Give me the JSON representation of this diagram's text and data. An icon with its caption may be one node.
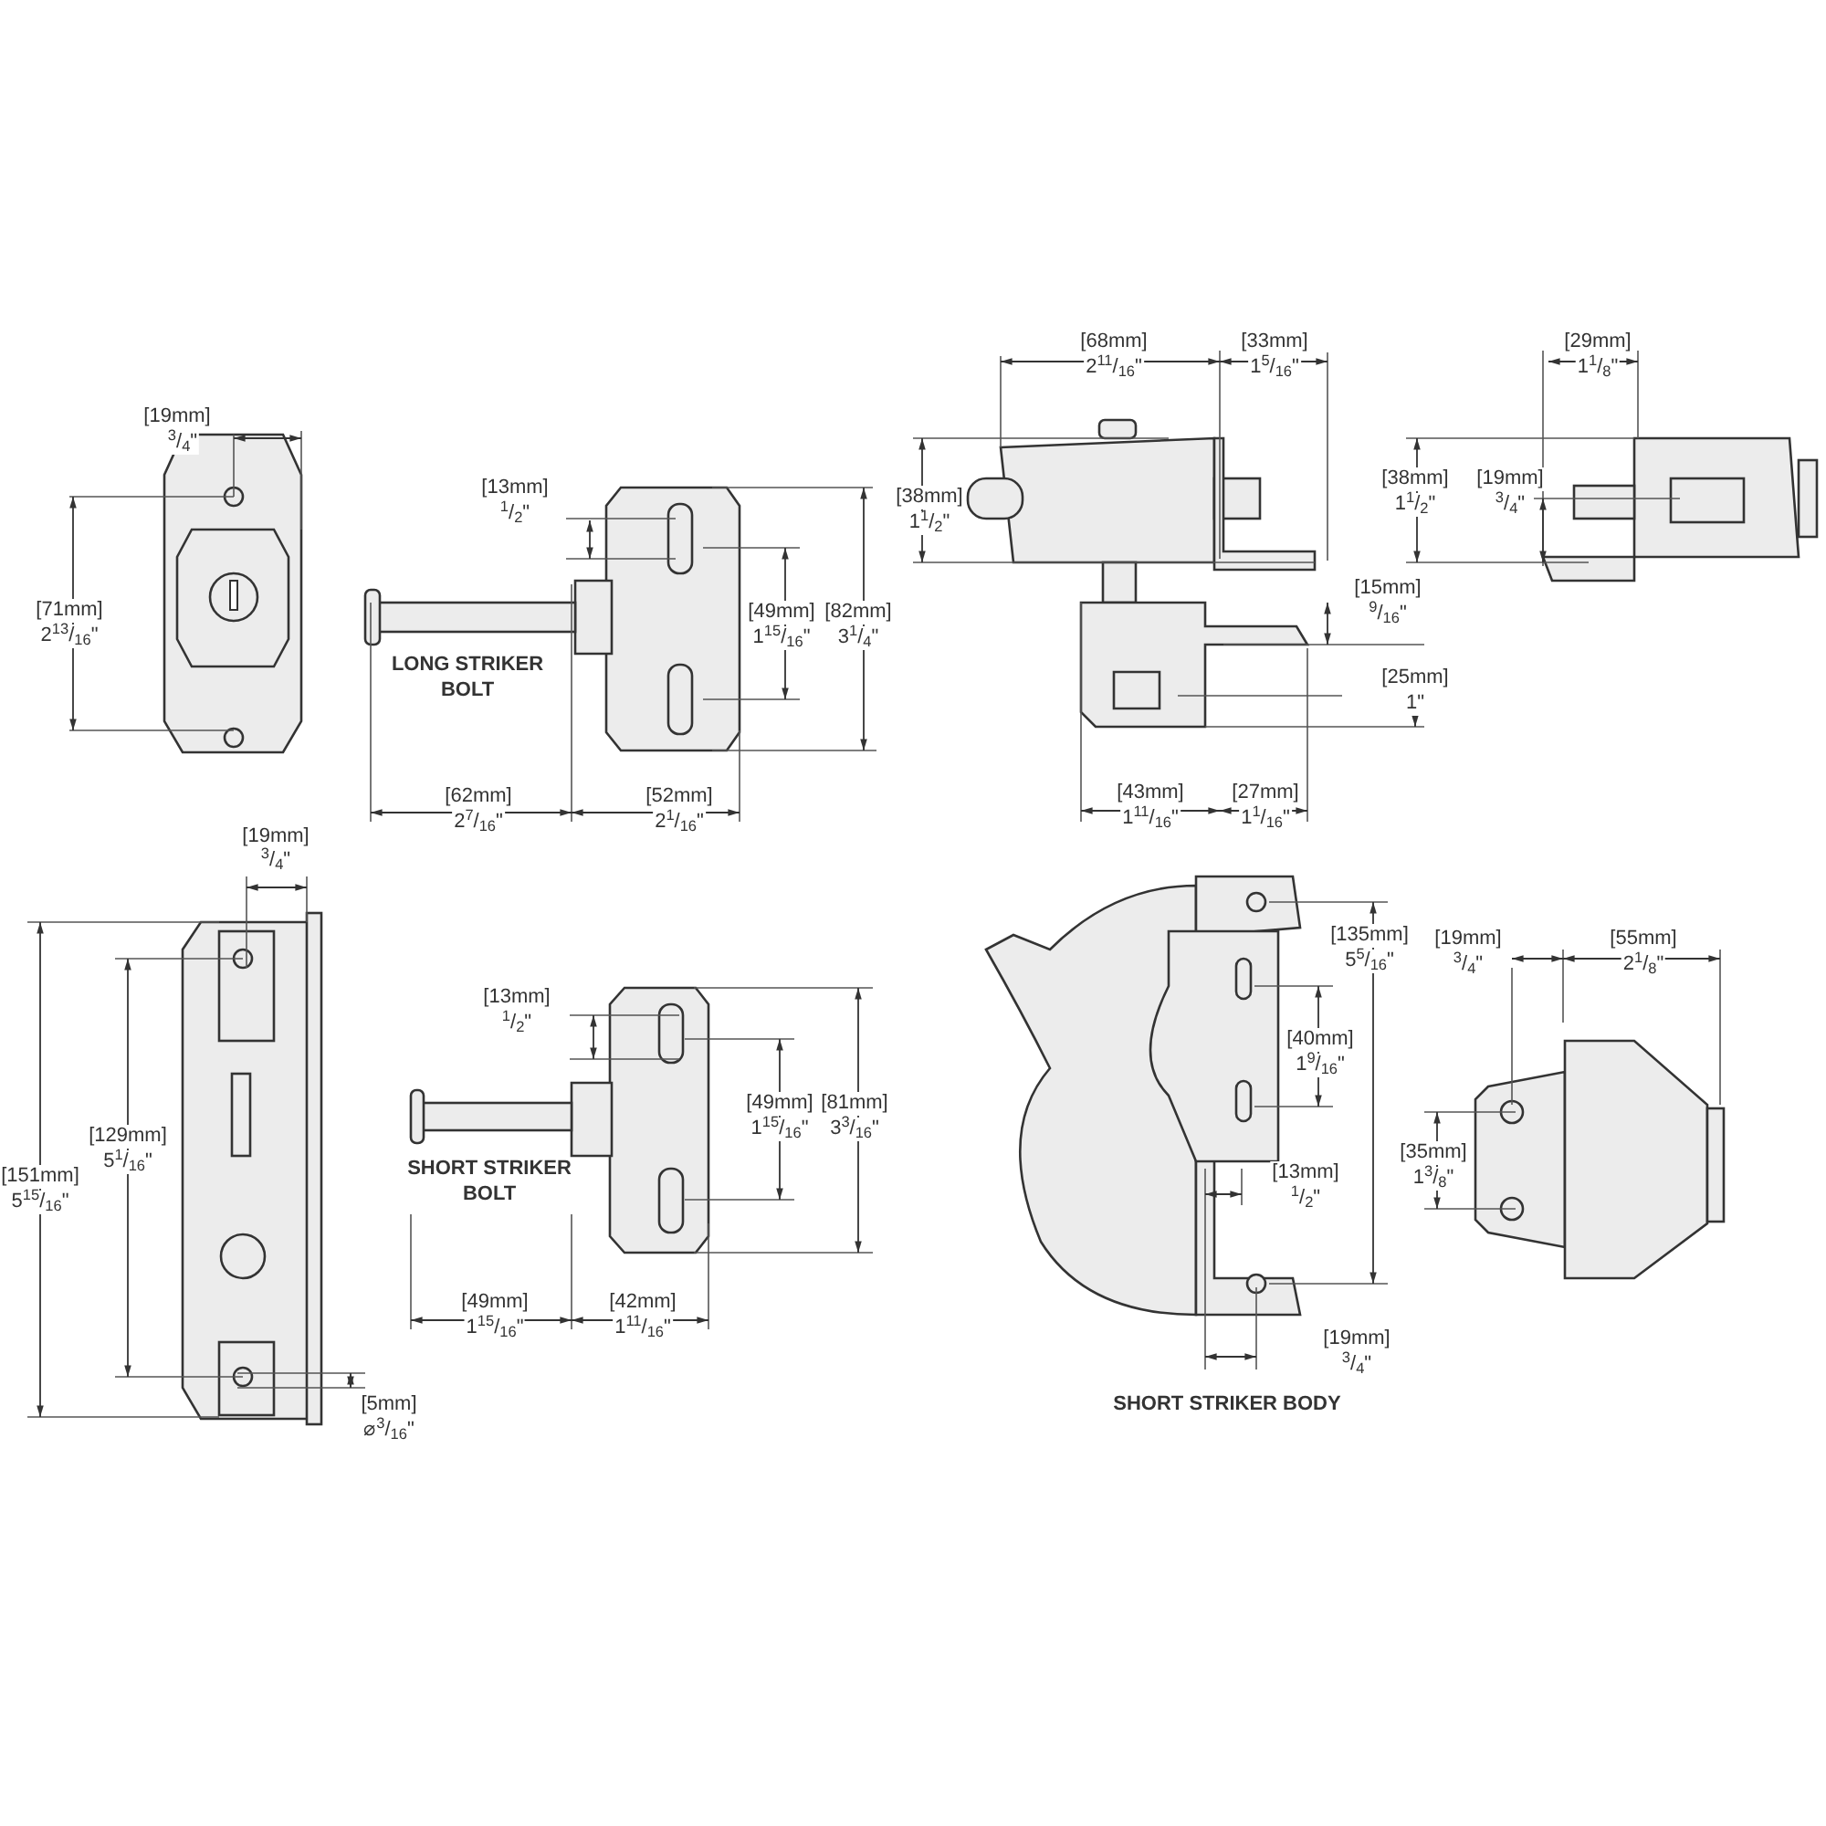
{
  "diagram": {
    "labels": [
      "[19mm]",
      "$^{3}$/$_{4}$\"",
      "[71mm]",
      "2$^{13}$/$_{16}$\"",
      "[13mm]",
      "$^{1}$/$_{2}$\"",
      "LONG STRIKER BOLT",
      "[49mm]",
      "1$^{15}$/$_{16}$\"",
      "[82mm]",
      "3$^{1}$/$_{4}$\"",
      "[62mm]",
      "2$^{7}$/$_{16}$\"",
      "[52mm]",
      "2$^{1}$/$_{16}$\"",
      "[68mm]",
      "2$^{11}$/$_{16}$\"",
      "[33mm]",
      "1$^{5}$/$_{16}$\"",
      "[38mm]",
      "1$^{1}$/$_{2}$\"",
      "[15mm]",
      "$^{9}$/$_{16}$\"",
      "[25mm]",
      "1\"",
      "[43mm]",
      "1$^{11}$/$_{16}$\"",
      "[27mm]",
      "1$^{1}$/$_{16}$\"",
      "[29mm]",
      "1$^{1}$/$_{8}$\"",
      "[38mm]",
      "1$^{1}$/$_{2}$\"",
      "[19mm]",
      "$^{3}$/$_{4}$\"",
      "[19mm]",
      "$^{3}$/$_{4}$\"",
      "[151mm]",
      "5$^{15}$/$_{16}$\"",
      "[129mm]",
      "5$^{1}$/$_{16}$\"",
      "[5mm]",
      "⌀$^{3}$/$_{16}$\"",
      "[13mm]",
      "$^{1}$/$_{2}$\"",
      "SHORT STRIKER BOLT",
      "[49mm]",
      "1$^{15}$/$_{16}$\"",
      "[81mm]",
      "3$^{3}$/$_{16}$\"",
      "[49mm]",
      "1$^{15}$/$_{16}$\"",
      "[42mm]",
      "1$^{11}$/$_{16}$\"",
      "[135mm]",
      "5$^{5}$/$_{16}$\"",
      "[40mm]",
      "1$^{9}$/$_{16}$\"",
      "[13mm]",
      "$^{1}$/$_{2}$\"",
      "[19mm]",
      "$^{3}$/$_{4}$\"",
      "SHORT STRIKER BODY",
      "[19mm]",
      "$^{3}$/$_{4}$\"",
      "[55mm]",
      "2$^{1}$/$_{8}$\"",
      "[35mm]",
      "1$^{3}$/$_{8}$\""
    ]
  }
}
